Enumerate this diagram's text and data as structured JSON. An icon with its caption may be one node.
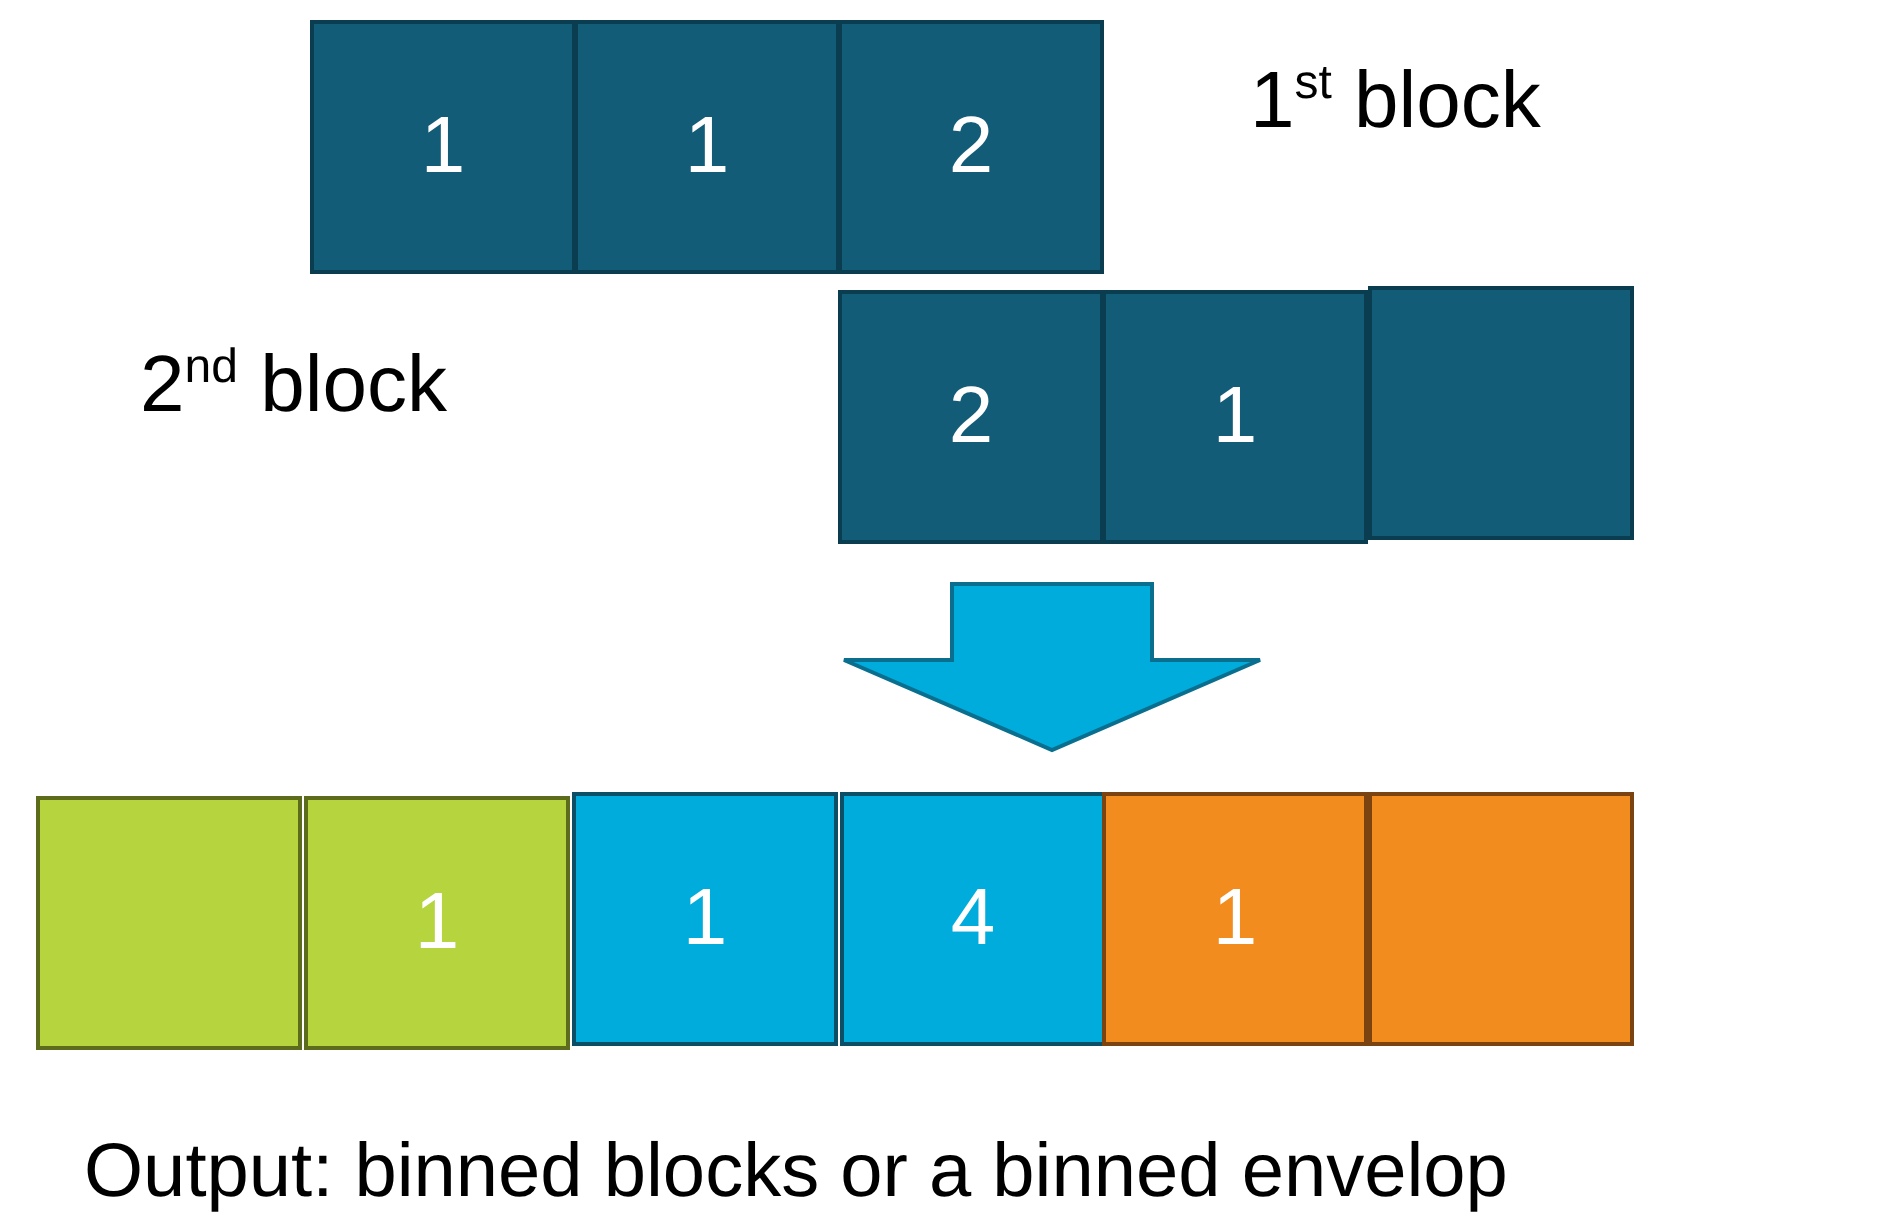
{
  "diagram": {
    "caption": "Output: binned blocks or a binned envelop",
    "nodes": [
      {
        "text": [
          "1"
        ]
      },
      {
        "text": [
          "1"
        ]
      },
      {
        "text": [
          "2"
        ]
      },
      {
        "text": [
          "2"
        ]
      },
      {
        "text": [
          "1"
        ]
      },
      {
        "text": [],
        "shape": "box"
      },
      {
        "text": [],
        "shape": "box"
      },
      {
        "text": [
          "1"
        ]
      },
      {
        "text": [
          "1"
        ]
      },
      {
        "text": [
          "4"
        ]
      },
      {
        "text": [
          "1"
        ]
      },
      {
        "text": [],
        "shape": "box"
      }
    ],
    "edges": [
      {
        "from": 3,
        "to": 9,
        "arrow": "to"
      }
    ],
    "labels": [
      "1$^{st}$ block",
      "2$^{nd}$ block"
    ]
  }
}
